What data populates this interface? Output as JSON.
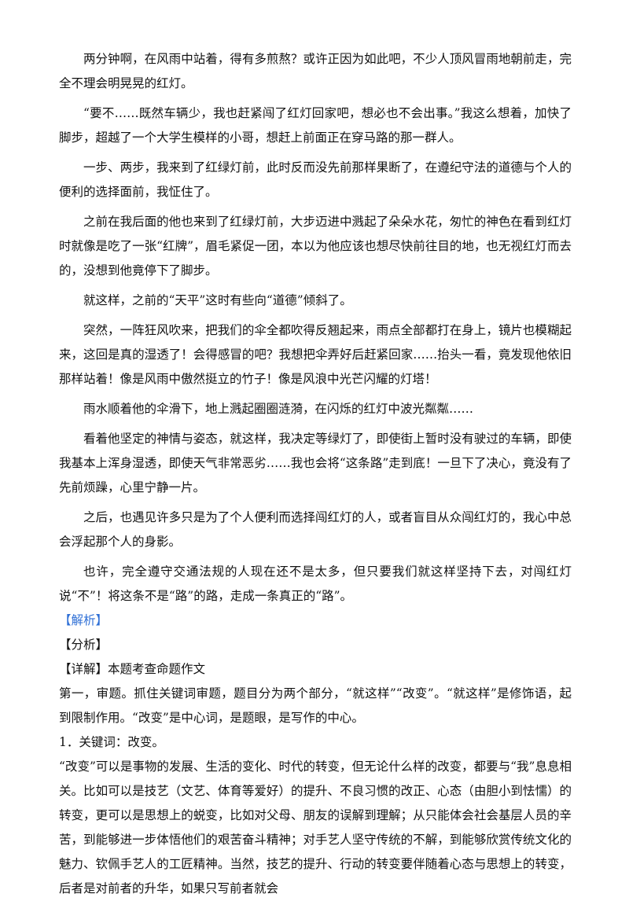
{
  "essay": {
    "paragraphs": [
      "两分钟啊，在风雨中站着，得有多煎熬？或许正因为如此吧，不少人顶风冒雨地朝前走，完全不理会明晃晃的红灯。",
      "“要不……既然车辆少，我也赶紧闯了红灯回家吧，想必也不会出事。”我这么想着，加快了脚步，超越了一个大学生模样的小哥，想赶上前面正在穿马路的那一群人。",
      "一步、两步，我来到了红绿灯前，此时反而没先前那样果断了，在遵纪守法的道德与个人的便利的选择面前，我怔住了。",
      "之前在我后面的他也来到了红绿灯前，大步迈进中溅起了朵朵水花，匆忙的神色在看到红灯时就像是吃了一张“红牌”，眉毛紧促一团，本以为他应该也想尽快前往目的地，也无视红灯而去的，没想到他竟停下了脚步。",
      "就这样，之前的“天平”这时有些向“道德”倾斜了。",
      "突然，一阵狂风吹来，把我们的伞全都吹得反翘起来，雨点全部都打在身上，镜片也模糊起来，这回是真的湿透了！会得感冒的吧？我想把伞弄好后赶紧回家……抬头一看，竟发现他依旧那样站着！像是风雨中傲然挺立的竹子！像是风浪中光芒闪耀的灯塔！",
      "雨水顺着他的伞滑下，地上溅起圈圈涟漪，在闪烁的红灯中波光粼粼……",
      "看着他坚定的神情与姿态，就这样，我决定等绿灯了，即使街上暂时没有驶过的车辆，即使我基本上浑身湿透，即使天气非常恶劣……我也会将“这条路”走到底！一旦下了决心，竟没有了先前烦躁，心里宁静一片。",
      "之后，也遇见许多只是为了个人便利而选择闯红灯的人，或者盲目从众闯红灯的，我心中总会浮起那个人的身影。",
      "也许，完全遵守交通法规的人现在还不是太多，但只要我们就这样坚持下去，对闯红灯说“不”！将这条不是“路”的路，走成一条真正的“路”。"
    ]
  },
  "analysis": {
    "jiexi_label": "【解析】",
    "fenxi_label": "【分析】",
    "xiangjie_label": "【详解】",
    "xiangjie_text": "本题考查命题作文",
    "lines": [
      "第一，审题。抓住关键词审题，题目分为两个部分，“就这样”“改变”。“就这样”是修饰语，起到限制作用。“改变”是中心词，是题眼，是写作的中心。",
      "1．关键词：改变。",
      "“改变”可以是事物的发展、生活的变化、时代的转变，但无论什么样的改变，都要与“我”息息相关。比如可以是技艺（文艺、体育等爱好）的提升、不良习惯的改正、心态（由胆小到怯懦）的转变，更可以是思想上的蜕变，比如对父母、朋友的误解到理解；从只能体会社会基层人员的辛苦，到能够进一步体悟他们的艰苦奋斗精神；对手艺人坚守传统的不解，到能够欣赏传统文化的魅力、钦佩手艺人的工匠精神。当然，技艺的提升、行动的转变要伴随着心态与思想上的转变，后者是对前者的升华，如果只写前者就会"
    ]
  },
  "colors": {
    "text": "#111111",
    "accent_blue": "#2e6fd6",
    "background": "#ffffff"
  }
}
